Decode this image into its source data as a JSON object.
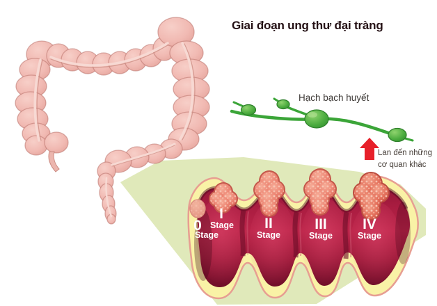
{
  "title": "Giai đoạn ung thư đại tràng",
  "annotations": {
    "lymph_node_label": "Hạch bạch huyết",
    "spread_caption_line1": "Lan đến những",
    "spread_caption_line2": "cơ quan khác"
  },
  "stages": [
    {
      "numeral": "0",
      "label": "Stage"
    },
    {
      "numeral": "I",
      "label": "Stage"
    },
    {
      "numeral": "II",
      "label": "Stage"
    },
    {
      "numeral": "III",
      "label": "Stage"
    },
    {
      "numeral": "IV",
      "label": "Stage"
    }
  ],
  "figures": {
    "colon": "colon-illustration",
    "magnifier_beam": "magnifier-beam",
    "cross_section": "magnified-colon-cross-section",
    "lymph_chain": "lymph-node-chain-icon",
    "spread_arrow": "up-arrow-icon"
  },
  "colors": {
    "background": "#ffffff",
    "title_text": "#241014",
    "caption_text": "#48403a",
    "colon_pink": "#f0b6af",
    "colon_shade": "#d6928a",
    "wedge_green": "#e0e9ba",
    "wall_cream": "#f9f2a6",
    "wall_outline": "#e79e92",
    "lumen_red": "#a81c40",
    "lumen_dark": "#6f0e29",
    "tumor_salmon": "#ec8573",
    "tumor_dots": "#f9c6b4",
    "lymph_green": "#3ba538",
    "arrow_red": "#e7202a",
    "stage_text": "#ffffff"
  }
}
